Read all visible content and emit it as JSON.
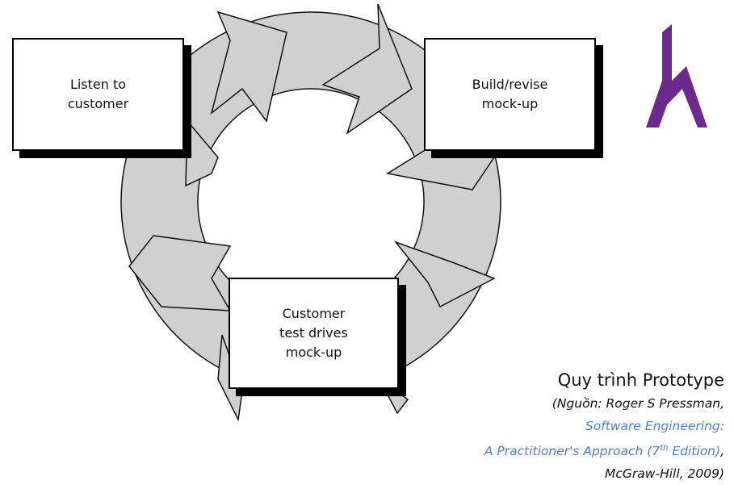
{
  "diagram": {
    "box_listen": "Listen to\ncustomer",
    "box_build": "Build/revise\nmock-up",
    "box_test": "Customer\ntest drives\nmock-up"
  },
  "caption": {
    "title": "Quy trình Prototype",
    "source_prefix": "(Nguồn: Roger S Pressman,",
    "book_line1": "Software Engineering:",
    "book_line2_a": "A Practitioner's Approach (7",
    "book_line2_sup": "th",
    "book_line2_b": " Edition)",
    "book_line2_comma": ",",
    "publisher": "McGraw-Hill, 2009)"
  },
  "colors": {
    "ring_fill": "#d0d0d0",
    "logo_purple": "#6b2a8c",
    "citation_blue": "#4f7fbf"
  },
  "logo": {
    "icon": "h-logo-icon"
  }
}
